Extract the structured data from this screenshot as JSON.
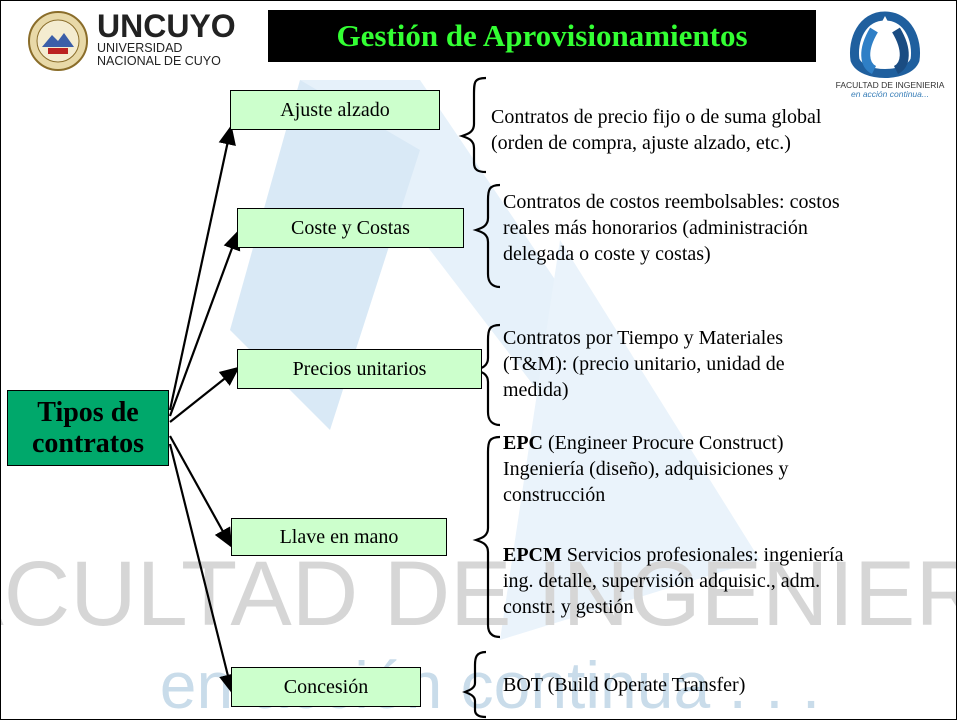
{
  "header": {
    "title": "Gestión de Aprovisionamientos",
    "univ_name": "UNCUYO",
    "univ_line1": "UNIVERSIDAD",
    "univ_line2": "NACIONAL DE CUYO",
    "faculty_line1": "FACULTAD DE INGENIERIA",
    "faculty_line2": "en acción continua..."
  },
  "watermark": {
    "line1": "FACULTAD DE INGENIERIA",
    "line2": "en acción continua . . ."
  },
  "diagram": {
    "root_line1": "Tipos de",
    "root_line2": "contratos",
    "types": [
      {
        "label": "Ajuste alzado"
      },
      {
        "label": "Coste y Costas"
      },
      {
        "label": "Precios unitarios"
      },
      {
        "label": "Llave en mano"
      },
      {
        "label": "Concesión"
      }
    ],
    "descriptions": {
      "ajuste": [
        "Contratos de precio fijo o de suma global",
        "(orden de compra, ajuste alzado, etc.)"
      ],
      "coste": [
        "Contratos de costos reembolsables: costos",
        "reales más honorarios (administración",
        "delegada o coste y costas)"
      ],
      "precios": [
        "Contratos por Tiempo y Materiales",
        "(T&M): (precio unitario, unidad de",
        "medida)"
      ],
      "epc_bold": "EPC",
      "epc_rest": " (Engineer Procure Construct)",
      "epc_lines": [
        "Ingeniería (diseño), adquisiciones y",
        "construcción"
      ],
      "epcm_bold": "EPCM",
      "epcm_rest": " Servicios profesionales: ingeniería",
      "epcm_lines": [
        "ing. detalle, supervisión adquisic.,  adm.",
        "constr. y gestión"
      ],
      "concesion": "BOT (Build Operate Transfer)"
    }
  },
  "colors": {
    "title_bg": "#000000",
    "title_text": "#33ff33",
    "type_box": "#ccffcc",
    "root_box": "#00a86b"
  }
}
